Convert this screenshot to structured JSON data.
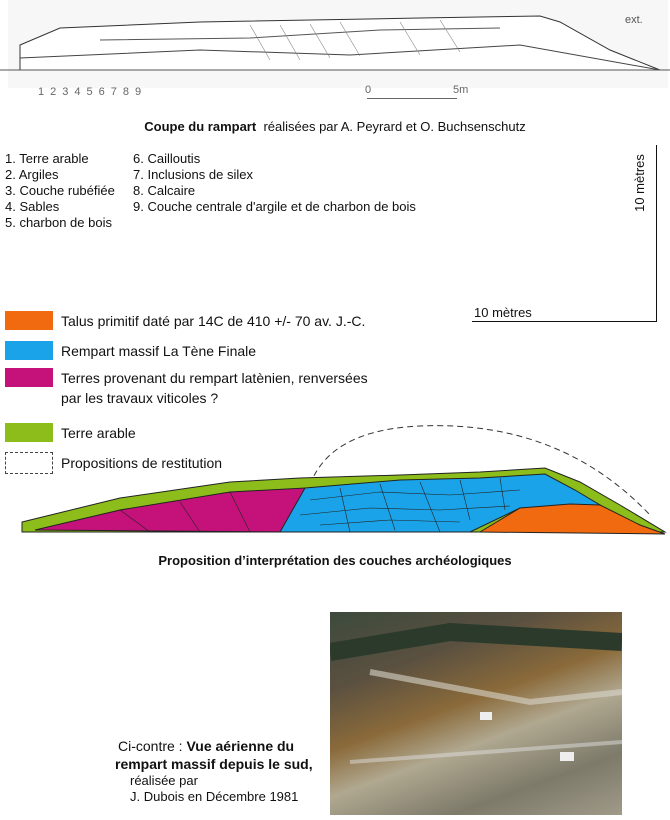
{
  "top_section": {
    "ext_label": "ext.",
    "pattern_legend": [
      "1",
      "2",
      "3",
      "4",
      "5",
      "6",
      "7",
      "8",
      "9"
    ],
    "scale_start": "0",
    "scale_end": "5m",
    "caption_bold": "Coupe du rampart",
    "caption_rest": "réalisées par A. Peyrard et O. Buchsenschutz"
  },
  "layers": {
    "left": [
      "1. Terre arable",
      "2. Argiles",
      "3. Couche rubéfiée",
      "4. Sables",
      "5. charbon de bois"
    ],
    "right": [
      "6. Cailloutis",
      "7. Inclusions de silex",
      "8. Calcaire",
      "9. Couche centrale d'argile et de charbon de bois"
    ]
  },
  "scale": {
    "vertical": "10 mètres",
    "horizontal": "10 mètres"
  },
  "color_legend": [
    {
      "label": "Talus primitif daté par 14C de 410 +/- 70 av. J.-C.",
      "color": "#f26a10"
    },
    {
      "label": "Rempart massif La Tène Finale",
      "color": "#1aa3e8"
    },
    {
      "label": "Terres provenant du rempart latènien, renversées",
      "label2": "par les travaux viticoles ?",
      "color": "#c4127a"
    },
    {
      "label": "Terre arable",
      "color": "#8cbd1a"
    },
    {
      "label": "Propositions de restitution",
      "color": "#555555"
    }
  ],
  "interpretation_caption": "Proposition d’interprétation des couches archéologiques",
  "photo_caption": {
    "prefix": "Ci-contre : ",
    "bold1": "Vue aérienne du",
    "bold2": "rempart massif depuis le sud,",
    "line3": "réalisée par",
    "line4": "J. Dubois en Décembre 1981"
  }
}
